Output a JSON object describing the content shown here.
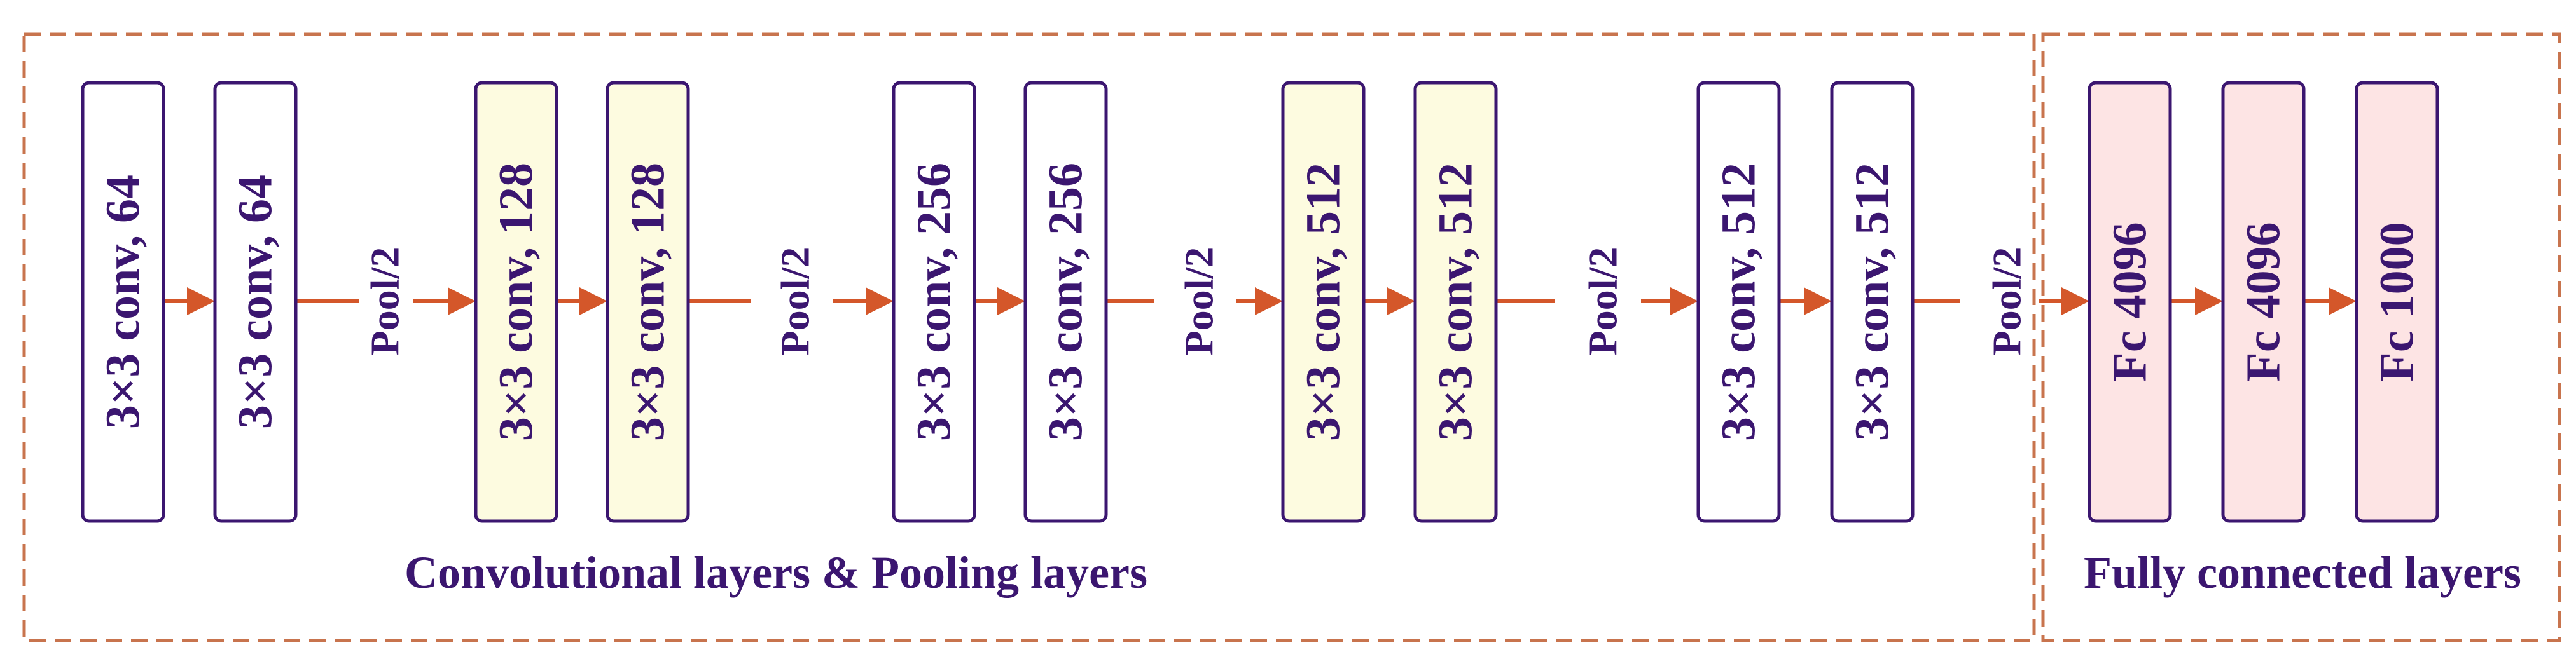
{
  "colors": {
    "border": "#c8744e",
    "text": "#3b1670",
    "arrow": "#d4572a",
    "conv_white": "#ffffff",
    "conv_yellow": "#fdfbe0",
    "fc_pink": "#fde4e4"
  },
  "sections": {
    "conv": {
      "label": "Convolutional layers & Pooling layers"
    },
    "fc": {
      "label": "Fully connected layers"
    }
  },
  "pool_label": "Pool/2",
  "layers": [
    {
      "id": "conv1-1",
      "label": "3×3 conv, 64",
      "fill": "conv_white"
    },
    {
      "id": "conv1-2",
      "label": "3×3 conv, 64",
      "fill": "conv_white"
    },
    {
      "id": "conv2-1",
      "label": "3×3 conv, 128",
      "fill": "conv_yellow"
    },
    {
      "id": "conv2-2",
      "label": "3×3 conv, 128",
      "fill": "conv_yellow"
    },
    {
      "id": "conv3-1",
      "label": "3×3 conv, 256",
      "fill": "conv_white"
    },
    {
      "id": "conv3-2",
      "label": "3×3 conv, 256",
      "fill": "conv_white"
    },
    {
      "id": "conv4-1",
      "label": "3×3 conv, 512",
      "fill": "conv_yellow"
    },
    {
      "id": "conv4-2",
      "label": "3×3 conv, 512",
      "fill": "conv_yellow"
    },
    {
      "id": "conv5-1",
      "label": "3×3 conv, 512",
      "fill": "conv_white"
    },
    {
      "id": "conv5-2",
      "label": "3×3 conv, 512",
      "fill": "conv_white"
    },
    {
      "id": "fc1",
      "label": "Fc 4096",
      "fill": "fc_pink"
    },
    {
      "id": "fc2",
      "label": "Fc 4096",
      "fill": "fc_pink"
    },
    {
      "id": "fc3",
      "label": "Fc 1000",
      "fill": "fc_pink"
    }
  ]
}
